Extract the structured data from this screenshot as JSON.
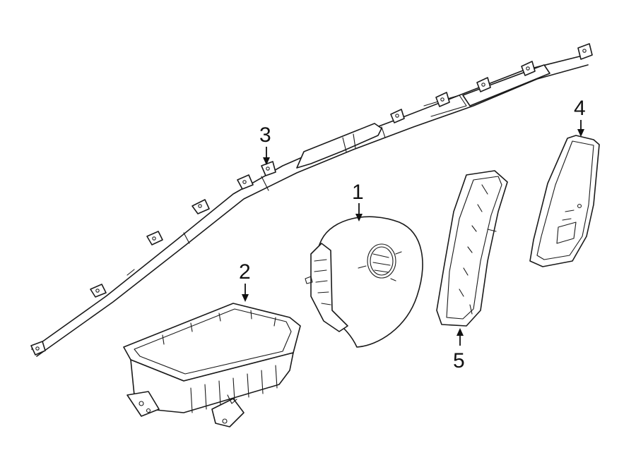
{
  "callouts": [
    {
      "id": "1",
      "label": "1"
    },
    {
      "id": "2",
      "label": "2"
    },
    {
      "id": "3",
      "label": "3"
    },
    {
      "id": "4",
      "label": "4"
    },
    {
      "id": "5",
      "label": "5"
    }
  ],
  "parts": {
    "steering_wheel_airbag": "1",
    "passenger_airbag": "2",
    "curtain_airbag": "3",
    "seat_side_airbag": "4",
    "knee_airbag": "5"
  }
}
